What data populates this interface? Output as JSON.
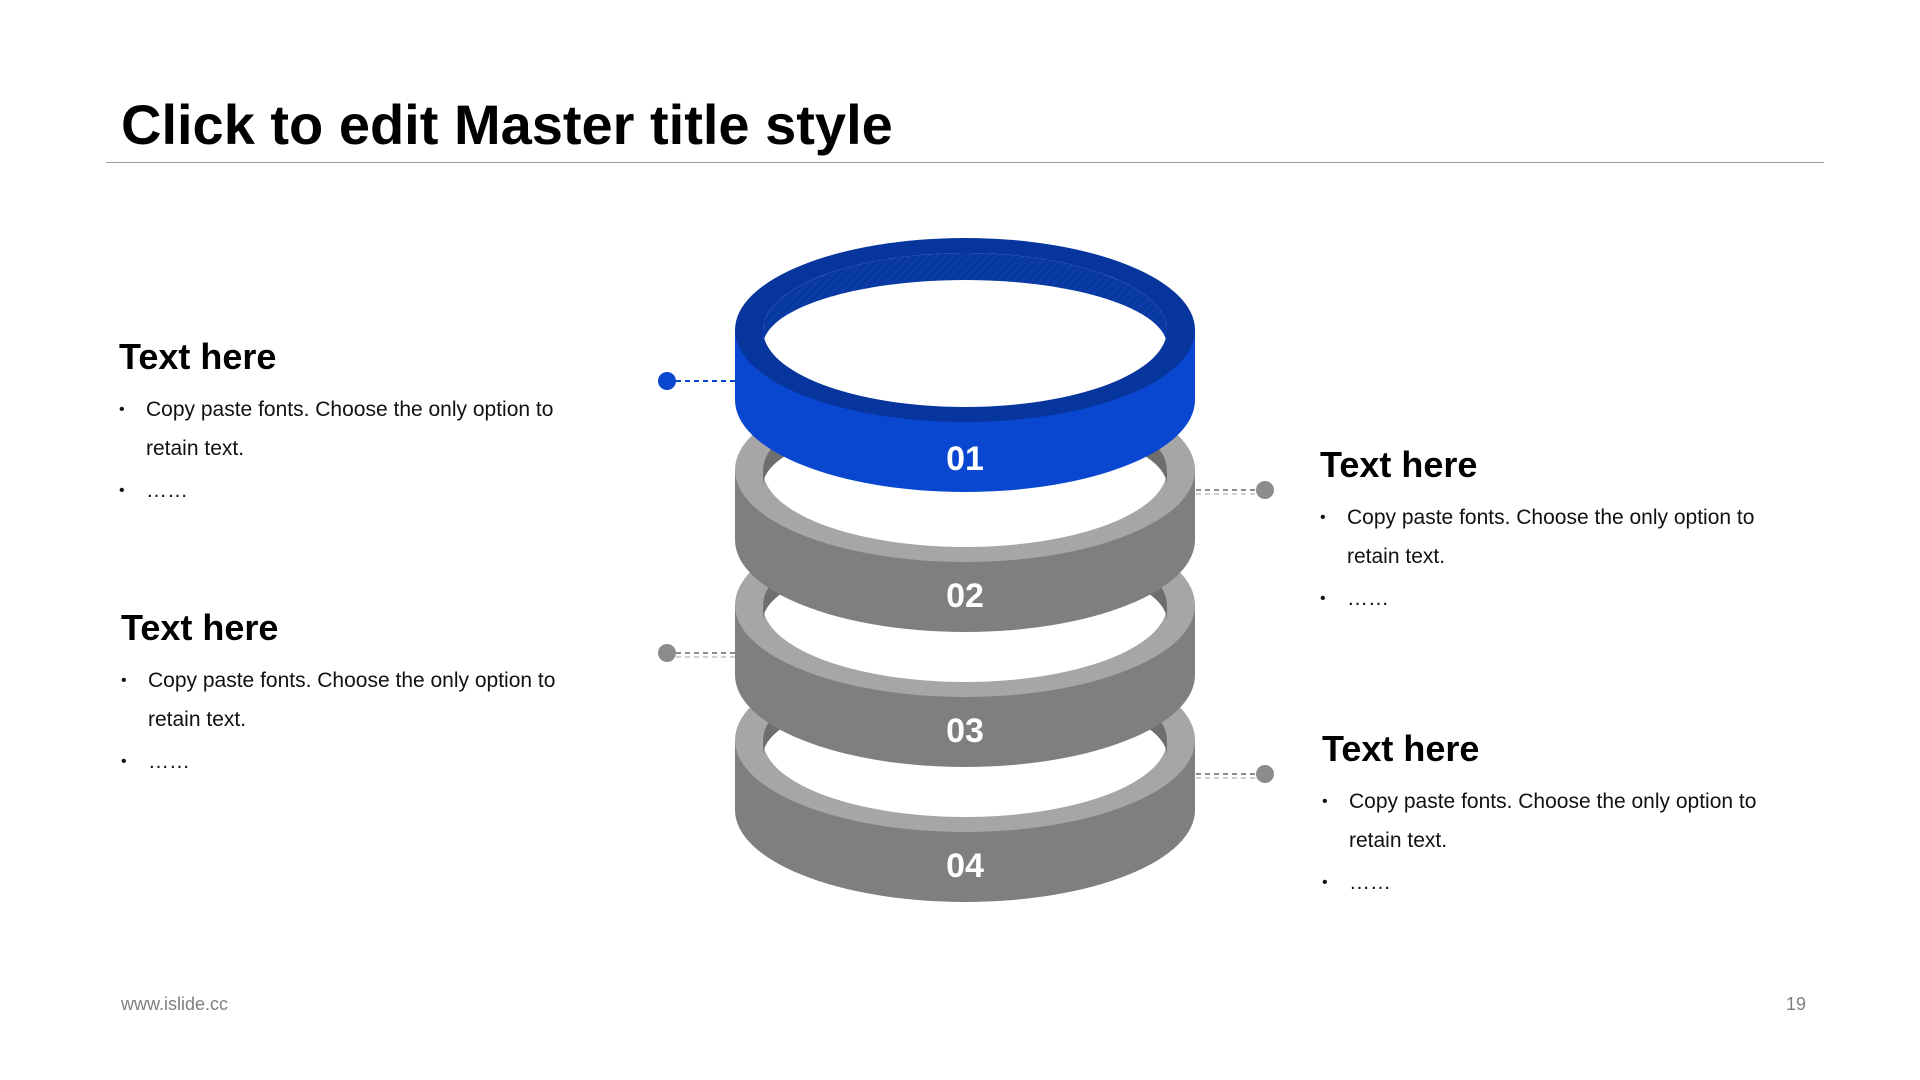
{
  "slide": {
    "title": "Click to edit Master title style",
    "footer_url": "www.islide.cc",
    "page_number": "19"
  },
  "colors": {
    "accent": "#0a47d1",
    "accent_dark": "#06359d",
    "accent_inner": "#0a3ca8",
    "ring_top": "#a6a6a6",
    "ring_side": "#7f7f7f",
    "ring_inner": "#6e6e6e",
    "connector_gray": "#8c8c8c"
  },
  "rings": [
    {
      "label": "01",
      "highlighted": true
    },
    {
      "label": "02",
      "highlighted": false
    },
    {
      "label": "03",
      "highlighted": false
    },
    {
      "label": "04",
      "highlighted": false
    }
  ],
  "blocks": [
    {
      "heading": "Text here",
      "bullets": [
        "Copy paste fonts. Choose the only option to retain text.",
        "……"
      ],
      "marker": "•"
    },
    {
      "heading": "Text here",
      "bullets": [
        "Copy paste fonts. Choose the only option to retain text.",
        "……"
      ],
      "marker": "•"
    },
    {
      "heading": "Text here",
      "bullets": [
        "Copy paste fonts. Choose the only option to retain text.",
        "……"
      ],
      "marker": "•"
    },
    {
      "heading": "Text here",
      "bullets": [
        "Copy paste fonts. Choose the only option to retain text.",
        "……"
      ],
      "marker": "•"
    }
  ]
}
